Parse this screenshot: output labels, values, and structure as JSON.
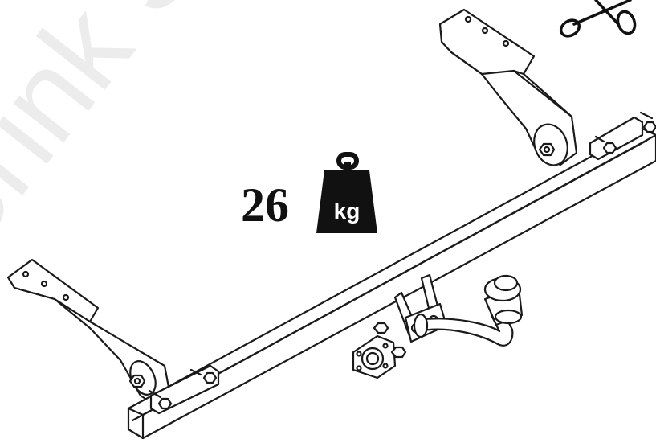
{
  "product": {
    "weight_value": "26",
    "weight_unit": "kg",
    "watermark": "Brink Sales tow bar"
  },
  "icons": {
    "weight": "weight-icon",
    "scissors": "scissors-icon"
  },
  "colors": {
    "line": "#1a1a1a",
    "fill": "#ffffff",
    "watermark": "#dcdcdc",
    "weight_icon": "#111111"
  }
}
